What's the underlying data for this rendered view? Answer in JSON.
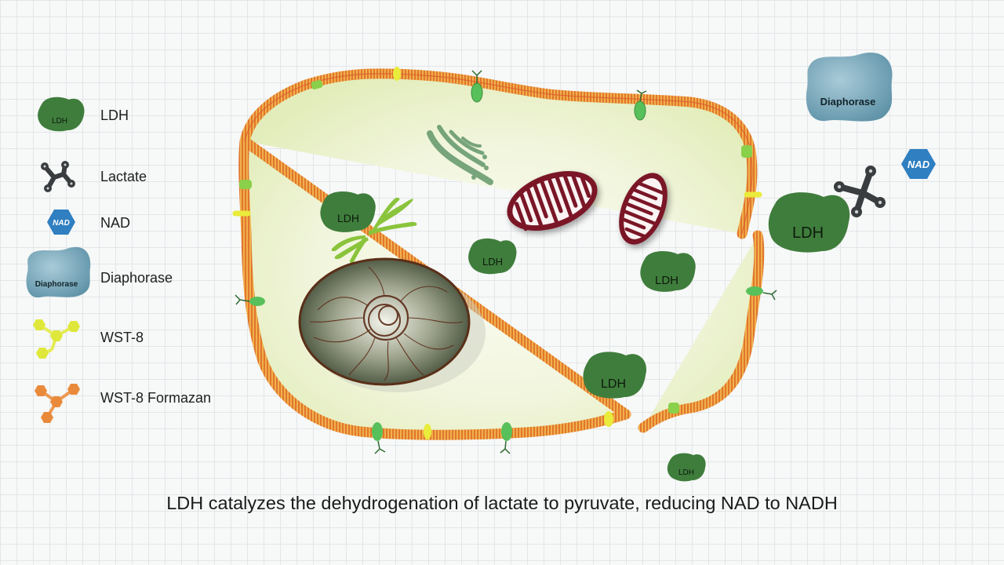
{
  "legend": {
    "items": [
      {
        "id": "ldh",
        "icon_name": "ldh-blob-icon",
        "label": "LDH",
        "icon_text": "LDH",
        "color": "#3f7d3c"
      },
      {
        "id": "lactate",
        "icon_name": "lactate-molecule-icon",
        "label": "Lactate",
        "color": "#3a3d3f"
      },
      {
        "id": "nad",
        "icon_name": "nad-hexagon-icon",
        "label": "NAD",
        "icon_text": "NAD",
        "color": "#2f7fc1"
      },
      {
        "id": "diaphorase",
        "icon_name": "diaphorase-blob-icon",
        "label": "Diaphorase",
        "icon_text": "Diaphorase",
        "color": "#6fa3b8"
      },
      {
        "id": "wst8",
        "icon_name": "wst8-molecule-icon",
        "label": "WST-8",
        "color": "#dfe83a"
      },
      {
        "id": "formazan",
        "icon_name": "wst8-formazan-molecule-icon",
        "label": "WST-8 Formazan",
        "color": "#e98a3a"
      }
    ]
  },
  "diagram": {
    "ldh_label": "LDH",
    "nad_label": "NAD",
    "diaphorase_label": "Diaphorase",
    "colors": {
      "membrane": "#e8a23b",
      "membrane_edge": "#d9552b",
      "cytoplasm": "#eef3d4",
      "ldh": "#3f7d3c",
      "mitochondria": "#7a1426",
      "nucleus": "#5c6b4c",
      "er": "#8ac43c",
      "golgi": "#4f8a5a",
      "receptor": "#58c05a",
      "diaphorase": "#6fa3b8",
      "nad": "#2f7fc1"
    }
  },
  "caption": "LDH catalyzes the dehydrogenation of lactate to pyruvate, reducing NAD to NADH"
}
